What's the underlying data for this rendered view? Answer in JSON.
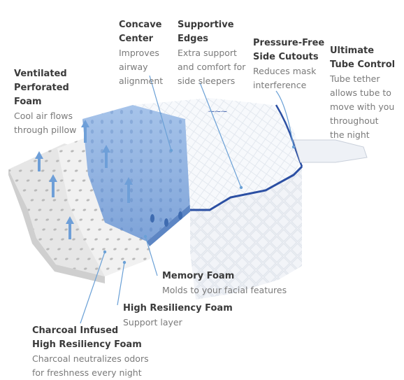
{
  "colors": {
    "memory_foam": "#8fb3e0",
    "memory_foam_dark": "#6f97cf",
    "white_foam": "#f3f3f3",
    "grey_foam": "#e2e2e2",
    "cover": "#f6f8fb",
    "piping": "#2b4fa3",
    "arrow": "#6e9fd8",
    "leader": "#6aa0d6"
  },
  "callouts": {
    "concave": {
      "title": [
        "Concave",
        "Center"
      ],
      "desc": [
        "Improves",
        "airway",
        "alignment"
      ]
    },
    "supportive": {
      "title": [
        "Supportive",
        "Edges"
      ],
      "desc": [
        "Extra support",
        "and comfort for",
        "side sleepers"
      ]
    },
    "pressure": {
      "title": [
        "Pressure-Free",
        "Side Cutouts"
      ],
      "desc": [
        "Reduces mask",
        "interference"
      ]
    },
    "tube": {
      "title": [
        "Ultimate",
        "Tube Control"
      ],
      "desc": [
        "Tube tether",
        "allows tube to",
        "move with you",
        "throughout",
        "the night"
      ]
    },
    "ventilated": {
      "title": [
        "Ventilated",
        "Perforated",
        "Foam"
      ],
      "desc": [
        "Cool air flows",
        "through pillow"
      ]
    },
    "memory": {
      "title": [
        "Memory Foam"
      ],
      "desc": [
        "Molds to your facial features"
      ]
    },
    "highres": {
      "title": [
        "High Resiliency Foam"
      ],
      "desc": [
        "Support layer"
      ]
    },
    "charcoal": {
      "title": [
        "Charcoal Infused",
        "High Resiliency Foam"
      ],
      "desc": [
        "Charcoal neutralizes odors",
        "for freshness every night"
      ]
    }
  },
  "icons": {
    "airflow": "airflow-arrow-icon",
    "brand": "brand-logo-icon"
  }
}
